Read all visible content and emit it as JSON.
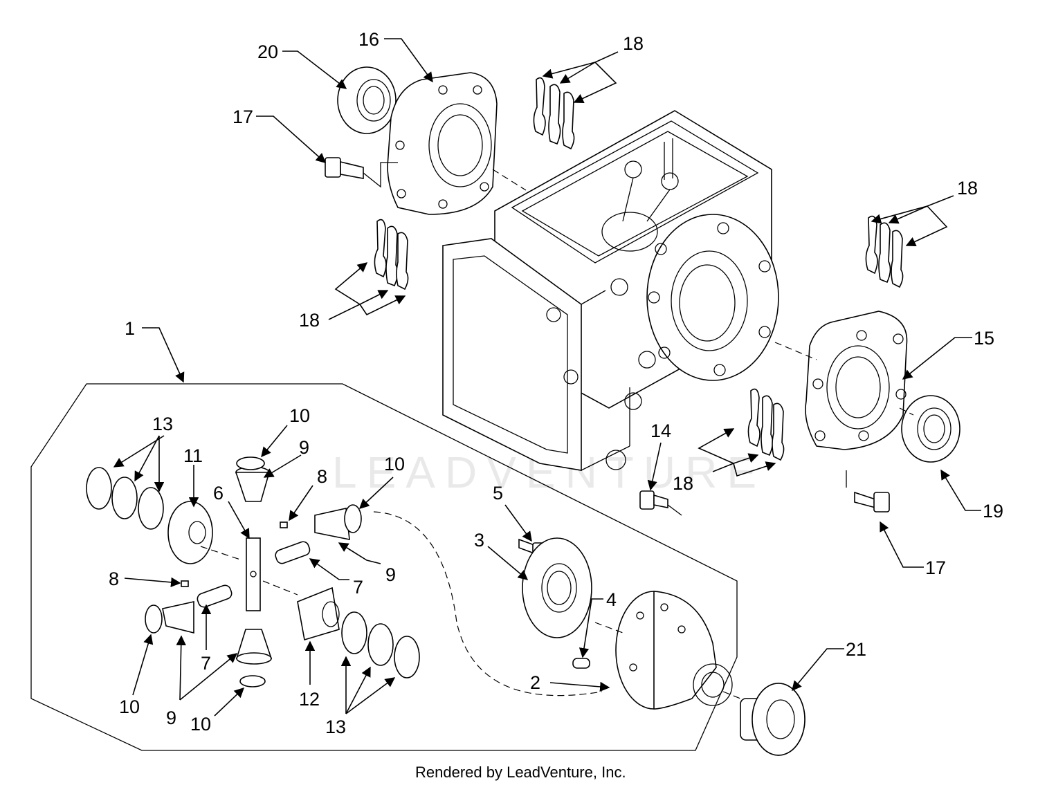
{
  "footer": "Rendered by LeadVenture, Inc.",
  "watermark": "LEADVENTURE",
  "callouts": {
    "c1": "1",
    "c2": "2",
    "c3": "3",
    "c4": "4",
    "c5": "5",
    "c6": "6",
    "c7a": "7",
    "c7b": "7",
    "c8a": "8",
    "c8b": "8",
    "c9a": "9",
    "c9b": "9",
    "c9c": "9",
    "c10a": "10",
    "c10b": "10",
    "c10c": "10",
    "c10d": "10",
    "c11": "11",
    "c12": "12",
    "c13a": "13",
    "c13b": "13",
    "c14": "14",
    "c15": "15",
    "c16": "16",
    "c17a": "17",
    "c17b": "17",
    "c18a": "18",
    "c18b": "18",
    "c18c": "18",
    "c18d": "18",
    "c19": "19",
    "c20": "20",
    "c21": "21"
  }
}
